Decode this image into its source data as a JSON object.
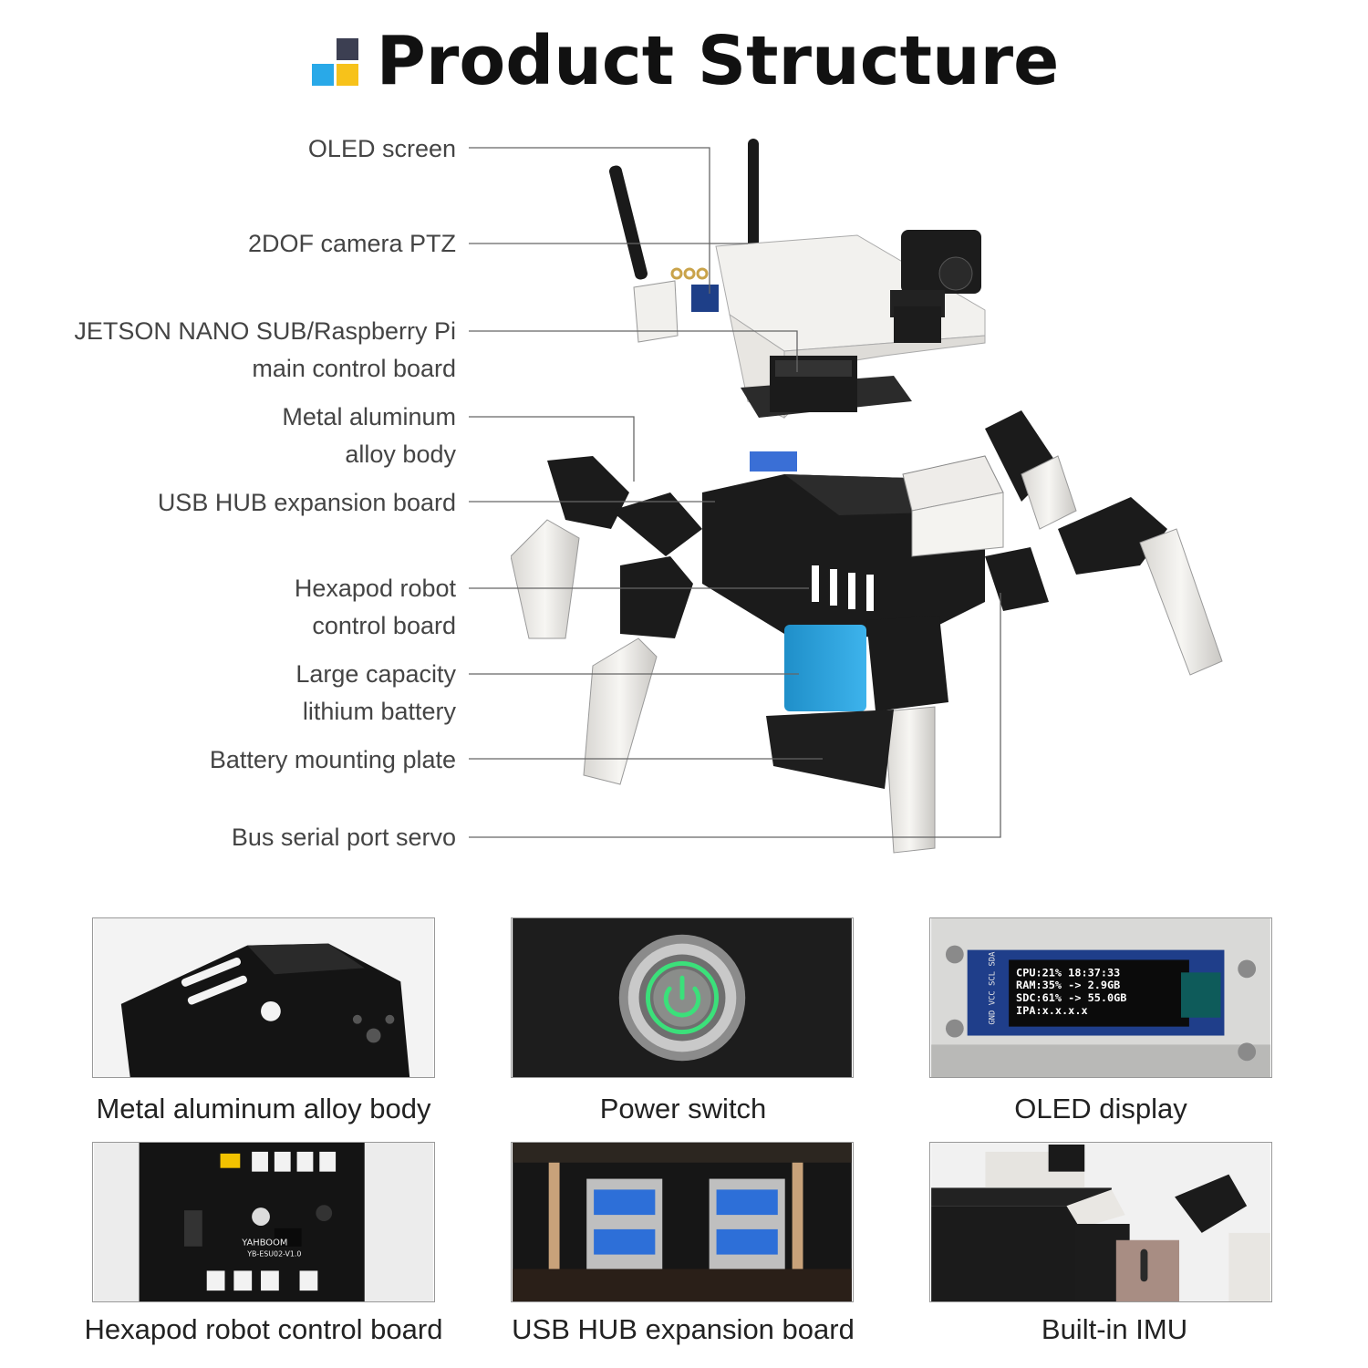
{
  "header": {
    "title": "Product Structure"
  },
  "labels": [
    {
      "lines": [
        "OLED screen"
      ]
    },
    {
      "lines": [
        "2DOF camera PTZ"
      ]
    },
    {
      "lines": [
        "JETSON NANO SUB/Raspberry Pi",
        "main control board"
      ]
    },
    {
      "lines": [
        "Metal aluminum",
        "alloy body"
      ]
    },
    {
      "lines": [
        "USB HUB expansion board"
      ]
    },
    {
      "lines": [
        "Hexapod robot",
        "control board"
      ]
    },
    {
      "lines": [
        "Large capacity",
        "lithium battery"
      ]
    },
    {
      "lines": [
        "Battery mounting plate"
      ]
    },
    {
      "lines": [
        "Bus serial port servo"
      ]
    }
  ],
  "features": [
    {
      "caption": "Metal aluminum alloy body"
    },
    {
      "caption": "Power switch"
    },
    {
      "caption": "OLED display"
    },
    {
      "caption": "Hexapod robot control board"
    },
    {
      "caption": "USB HUB expansion board"
    },
    {
      "caption": "Built-in IMU"
    }
  ],
  "oled": {
    "pins": "GND VCC SCL SDA",
    "lines": [
      "CPU:21%  18:37:33",
      "RAM:35% -> 2.9GB",
      "SDC:61% -> 55.0GB",
      "IPA:x.x.x.x"
    ]
  },
  "board": {
    "brand": "YAHBOOM",
    "model": "YB-ESU02-V1.0"
  },
  "colors": {
    "accent_blue": "#29a9e8",
    "accent_yellow": "#f7c21a",
    "accent_dark": "#3c3f52",
    "battery": "#2a9fd8",
    "power_ring": "#3be07a"
  }
}
